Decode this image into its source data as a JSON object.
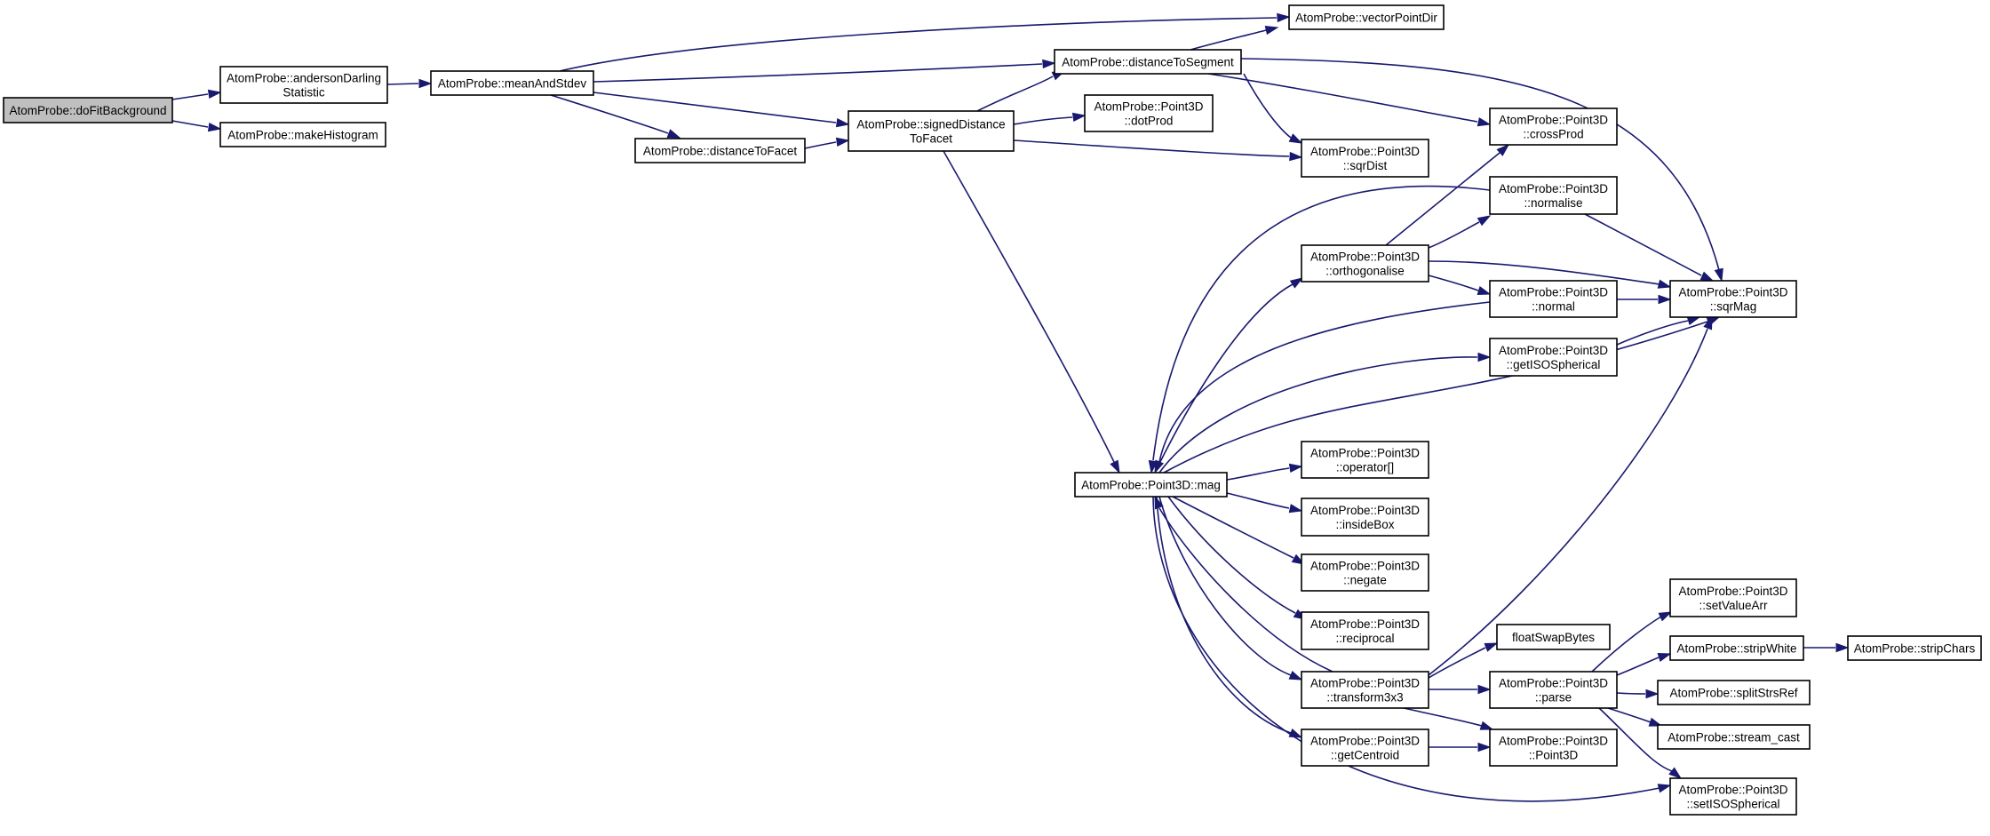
{
  "graph": {
    "nodes": [
      {
        "id": "doFitBackground",
        "lines": [
          "AtomProbe::doFitBackground"
        ],
        "root": true
      },
      {
        "id": "andersonDarling",
        "lines": [
          "AtomProbe::andersonDarling",
          "Statistic"
        ]
      },
      {
        "id": "makeHistogram",
        "lines": [
          "AtomProbe::makeHistogram"
        ]
      },
      {
        "id": "meanAndStdev",
        "lines": [
          "AtomProbe::meanAndStdev"
        ]
      },
      {
        "id": "distanceToFacet",
        "lines": [
          "AtomProbe::distanceToFacet"
        ]
      },
      {
        "id": "signedDistanceToFacet",
        "lines": [
          "AtomProbe::signedDistance",
          "ToFacet"
        ]
      },
      {
        "id": "distanceToSegment",
        "lines": [
          "AtomProbe::distanceToSegment"
        ]
      },
      {
        "id": "vectorPointDir",
        "lines": [
          "AtomProbe::vectorPointDir"
        ]
      },
      {
        "id": "dotProd",
        "lines": [
          "AtomProbe::Point3D",
          "::dotProd"
        ]
      },
      {
        "id": "sqrDist",
        "lines": [
          "AtomProbe::Point3D",
          "::sqrDist"
        ]
      },
      {
        "id": "crossProd",
        "lines": [
          "AtomProbe::Point3D",
          "::crossProd"
        ]
      },
      {
        "id": "normalise",
        "lines": [
          "AtomProbe::Point3D",
          "::normalise"
        ]
      },
      {
        "id": "orthogonalise",
        "lines": [
          "AtomProbe::Point3D",
          "::orthogonalise"
        ]
      },
      {
        "id": "normal",
        "lines": [
          "AtomProbe::Point3D",
          "::normal"
        ]
      },
      {
        "id": "sqrMag",
        "lines": [
          "AtomProbe::Point3D",
          "::sqrMag"
        ]
      },
      {
        "id": "getISOSpherical",
        "lines": [
          "AtomProbe::Point3D",
          "::getISOSpherical"
        ]
      },
      {
        "id": "mag",
        "lines": [
          "AtomProbe::Point3D::mag"
        ]
      },
      {
        "id": "operatorIdx",
        "lines": [
          "AtomProbe::Point3D",
          "::operator[]"
        ]
      },
      {
        "id": "insideBox",
        "lines": [
          "AtomProbe::Point3D",
          "::insideBox"
        ]
      },
      {
        "id": "negate",
        "lines": [
          "AtomProbe::Point3D",
          "::negate"
        ]
      },
      {
        "id": "reciprocal",
        "lines": [
          "AtomProbe::Point3D",
          "::reciprocal"
        ]
      },
      {
        "id": "transform3x3",
        "lines": [
          "AtomProbe::Point3D",
          "::transform3x3"
        ]
      },
      {
        "id": "getCentroid",
        "lines": [
          "AtomProbe::Point3D",
          "::getCentroid"
        ]
      },
      {
        "id": "floatSwapBytes",
        "lines": [
          "floatSwapBytes"
        ]
      },
      {
        "id": "parse",
        "lines": [
          "AtomProbe::Point3D",
          "::parse"
        ]
      },
      {
        "id": "point3DCtor",
        "lines": [
          "AtomProbe::Point3D",
          "::Point3D"
        ]
      },
      {
        "id": "setValueArr",
        "lines": [
          "AtomProbe::Point3D",
          "::setValueArr"
        ]
      },
      {
        "id": "stripWhite",
        "lines": [
          "AtomProbe::stripWhite"
        ]
      },
      {
        "id": "stripChars",
        "lines": [
          "AtomProbe::stripChars"
        ]
      },
      {
        "id": "splitStrsRef",
        "lines": [
          "AtomProbe::splitStrsRef"
        ]
      },
      {
        "id": "stream_cast",
        "lines": [
          "AtomProbe::stream_cast"
        ]
      },
      {
        "id": "setISOSpherical",
        "lines": [
          "AtomProbe::Point3D",
          "::setISOSpherical"
        ]
      }
    ]
  }
}
